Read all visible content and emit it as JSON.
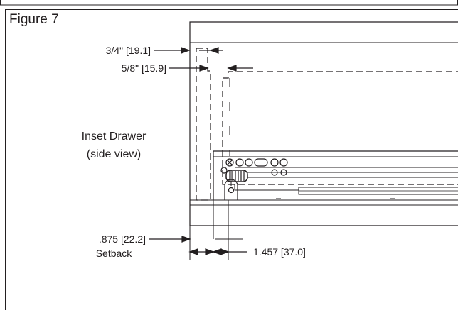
{
  "figure": {
    "title": "Figure 7",
    "labels": {
      "top_offset": "3/4\" [19.1]",
      "inner_offset": "5/8\" [15.9]",
      "caption_line1": "Inset Drawer",
      "caption_line2": "(side view)",
      "setback_value": ".875 [22.2]",
      "setback_label": "Setback",
      "bottom_width": "1.457 [37.0]"
    },
    "colors": {
      "line": "#231f20",
      "background": "#ffffff"
    }
  }
}
